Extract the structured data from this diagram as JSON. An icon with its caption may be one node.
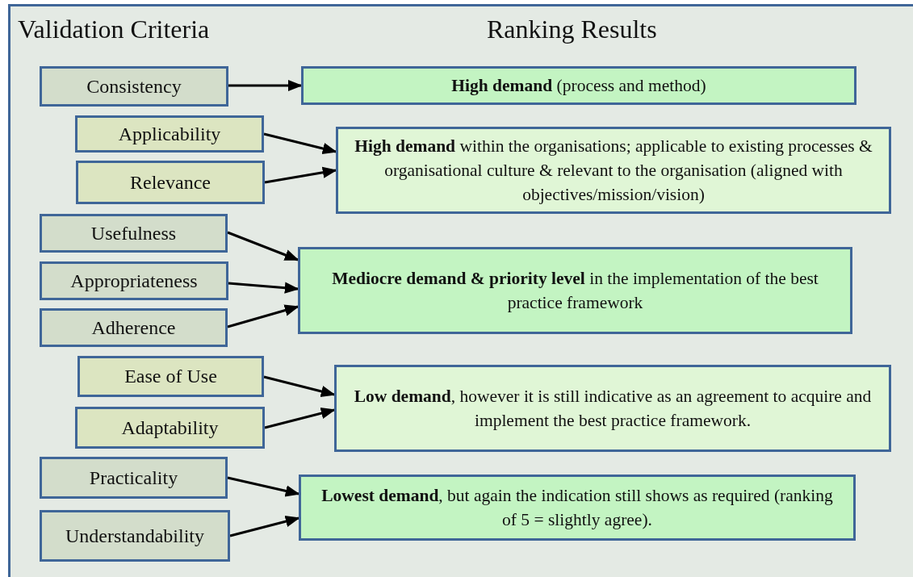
{
  "diagram": {
    "nodes": [
      {
        "text": [
          "Consistency"
        ]
      },
      {
        "text": [
          "**High demand** (process and method)"
        ]
      },
      {
        "text": [
          "Applicability"
        ]
      },
      {
        "text": [
          "Relevance"
        ]
      },
      {
        "text": [
          "**High demand** within the organisations; applicable to existing processes & organisational culture & relevant to the organisation (aligned with objectives/mission/vision)"
        ]
      },
      {
        "text": [
          "Usefulness"
        ]
      },
      {
        "text": [
          "Appropriateness"
        ]
      },
      {
        "text": [
          "Adherence"
        ]
      },
      {
        "text": [
          "**Mediocre demand & priority level** in the implementation of the best practice framework"
        ]
      },
      {
        "text": [
          "Ease of Use"
        ]
      },
      {
        "text": [
          "Adaptability"
        ]
      },
      {
        "text": [
          "**Low demand**, however it is still indicative as an agreement to acquire and implement the best practice framework."
        ]
      },
      {
        "text": [
          "Practicality"
        ]
      },
      {
        "text": [
          "Understandability"
        ]
      },
      {
        "text": [
          "**Lowest demand**, but again the indication still shows as required (ranking of 5 = slightly agree)."
        ]
      }
    ],
    "edges": [
      {
        "from": 0,
        "to": 1,
        "arrow": "to"
      },
      {
        "from": 2,
        "to": 4,
        "arrow": "to"
      },
      {
        "from": 3,
        "to": 4,
        "arrow": "to"
      },
      {
        "from": 5,
        "to": 8,
        "arrow": "to"
      },
      {
        "from": 6,
        "to": 8,
        "arrow": "to"
      },
      {
        "from": 7,
        "to": 8,
        "arrow": "to"
      },
      {
        "from": 9,
        "to": 11,
        "arrow": "to"
      },
      {
        "from": 10,
        "to": 11,
        "arrow": "to"
      },
      {
        "from": 12,
        "to": 14,
        "arrow": "to"
      },
      {
        "from": 13,
        "to": 14,
        "arrow": "to"
      }
    ],
    "labels": [
      "Validation Criteria",
      "Ranking Results"
    ]
  }
}
